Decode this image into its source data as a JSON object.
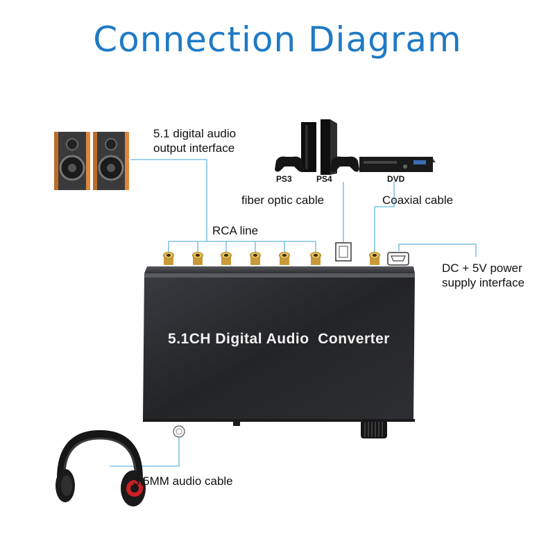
{
  "title": "Connection Diagram",
  "labels": {
    "output_interface_line1": "5.1 digital audio",
    "output_interface_line2": "output interface",
    "rca_line": "RCA line",
    "fiber_optic": "fiber optic cable",
    "coaxial": "Coaxial cable",
    "power_line1": "DC + 5V power",
    "power_line2": "supply interface",
    "audio_cable": "3.5MM audio cable"
  },
  "devices": {
    "ps3": "PS3",
    "ps4": "PS4",
    "dvd": "DVD",
    "converter": "5.1CH Digital Audio  Converter"
  },
  "colors": {
    "accent": "#1f7ac4",
    "connector_line": "#7ec3e8",
    "device_body": "#2b2b2e",
    "gold": "#d4a640"
  }
}
